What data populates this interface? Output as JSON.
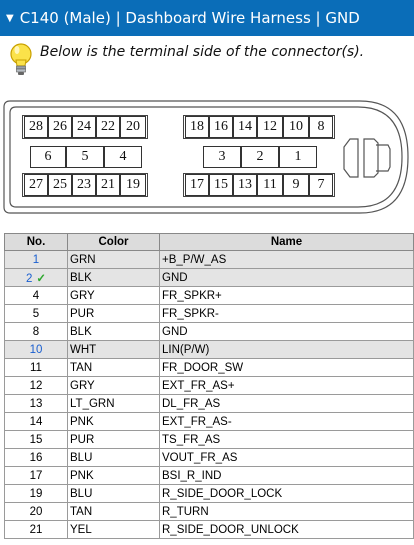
{
  "header": {
    "title": "C140 (Male) | Dashboard Wire Harness | GND"
  },
  "note": {
    "text": "Below is the terminal side of the connector(s)."
  },
  "connector": {
    "left": {
      "top": [
        "28",
        "26",
        "24",
        "22",
        "20"
      ],
      "middle": [
        "6",
        "5",
        "4"
      ],
      "bottom": [
        "27",
        "25",
        "23",
        "21",
        "19"
      ]
    },
    "right": {
      "top": [
        "18",
        "16",
        "14",
        "12",
        "10",
        "8"
      ],
      "middle": [
        "3",
        "2",
        "1"
      ],
      "bottom": [
        "17",
        "15",
        "13",
        "11",
        "9",
        "7"
      ]
    }
  },
  "table": {
    "headers": {
      "no": "No.",
      "color": "Color",
      "name": "Name"
    },
    "rows": [
      {
        "no": "1",
        "color": "GRN",
        "name": "+B_P/W_AS",
        "hl": true
      },
      {
        "no": "2",
        "color": "BLK",
        "name": "GND",
        "hl": true,
        "check": true
      },
      {
        "no": "4",
        "color": "GRY",
        "name": "FR_SPKR+"
      },
      {
        "no": "5",
        "color": "PUR",
        "name": "FR_SPKR-"
      },
      {
        "no": "8",
        "color": "BLK",
        "name": "GND"
      },
      {
        "no": "10",
        "color": "WHT",
        "name": "LIN(P/W)",
        "hl": true
      },
      {
        "no": "11",
        "color": "TAN",
        "name": "FR_DOOR_SW"
      },
      {
        "no": "12",
        "color": "GRY",
        "name": "EXT_FR_AS+"
      },
      {
        "no": "13",
        "color": "LT_GRN",
        "name": "DL_FR_AS"
      },
      {
        "no": "14",
        "color": "PNK",
        "name": "EXT_FR_AS-"
      },
      {
        "no": "15",
        "color": "PUR",
        "name": "TS_FR_AS"
      },
      {
        "no": "16",
        "color": "BLU",
        "name": "VOUT_FR_AS"
      },
      {
        "no": "17",
        "color": "PNK",
        "name": "BSI_R_IND"
      },
      {
        "no": "19",
        "color": "BLU",
        "name": "R_SIDE_DOOR_LOCK"
      },
      {
        "no": "20",
        "color": "TAN",
        "name": "R_TURN"
      },
      {
        "no": "21",
        "color": "YEL",
        "name": "R_SIDE_DOOR_UNLOCK"
      }
    ]
  }
}
